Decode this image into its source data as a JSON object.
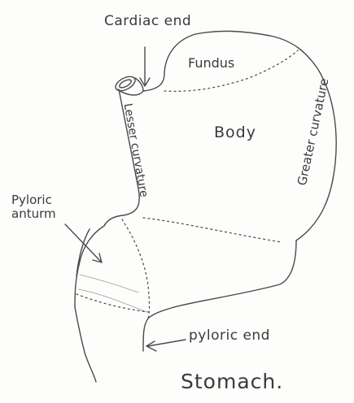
{
  "labels": {
    "cardiac_end": "Cardiac end",
    "fundus": "Fundus",
    "body": "Body",
    "lesser_curvature": "Lesser curvature",
    "greater_curvature": "Greater curvature",
    "pyloric_antrum": "Pyloric\nanturm",
    "pyloric_end": "pyloric end"
  },
  "title": "Stomach."
}
